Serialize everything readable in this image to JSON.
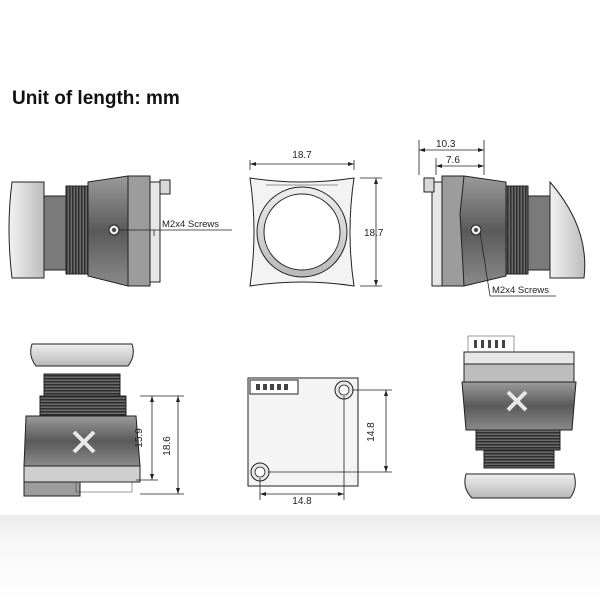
{
  "title": "Unit of length: mm",
  "dimensions": {
    "front_width": "18.7",
    "front_height": "18.7",
    "side_offset_outer": "10.3",
    "side_offset_inner": "7.6",
    "bottom_height_outer": "18.6",
    "bottom_height_inner": "15.9",
    "rear_hole_width": "14.8",
    "rear_hole_height": "14.8"
  },
  "labels": {
    "screws_left": "M2x4 Screws",
    "screws_right": "M2x4 Screws"
  },
  "colors": {
    "body_dark": "#555555",
    "body_mid": "#8a8a8a",
    "body_light": "#cfcfcf",
    "line": "#222222"
  }
}
